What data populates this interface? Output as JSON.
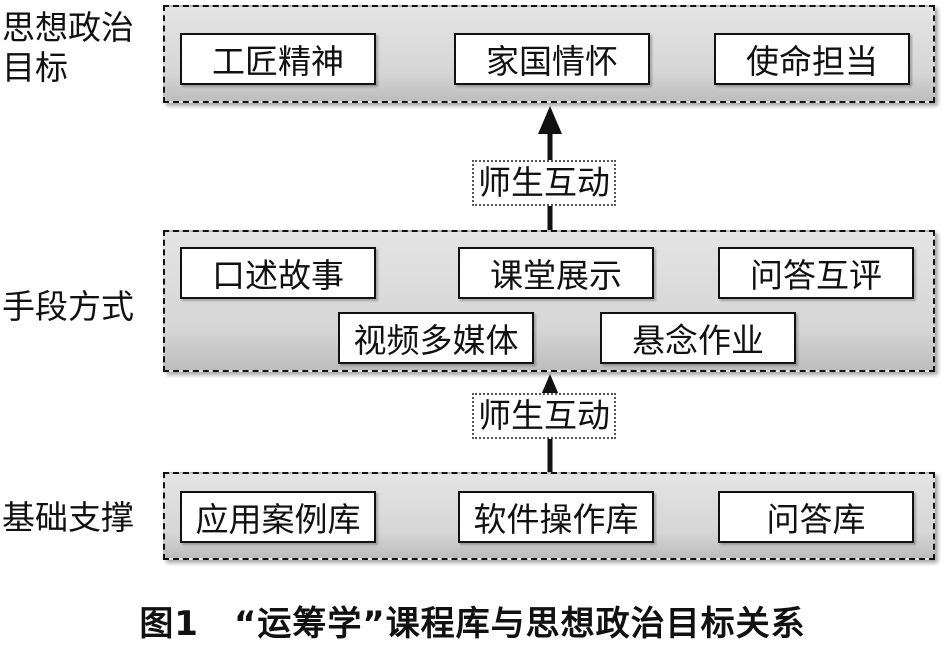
{
  "layers": {
    "goals": {
      "label": "思想政治目标",
      "items": [
        "工匠精神",
        "家国情怀",
        "使命担当"
      ]
    },
    "methods": {
      "label": "手段方式",
      "row1": [
        "口述故事",
        "课堂展示",
        "问答互评"
      ],
      "row2": [
        "视频多媒体",
        "悬念作业"
      ]
    },
    "foundation": {
      "label": "基础支撑",
      "items": [
        "应用案例库",
        "软件操作库",
        "问答库"
      ]
    }
  },
  "interactions": {
    "upper": "师生互动",
    "lower": "师生互动"
  },
  "caption": "图1　“运筹学”课程库与思想政治目标关系"
}
